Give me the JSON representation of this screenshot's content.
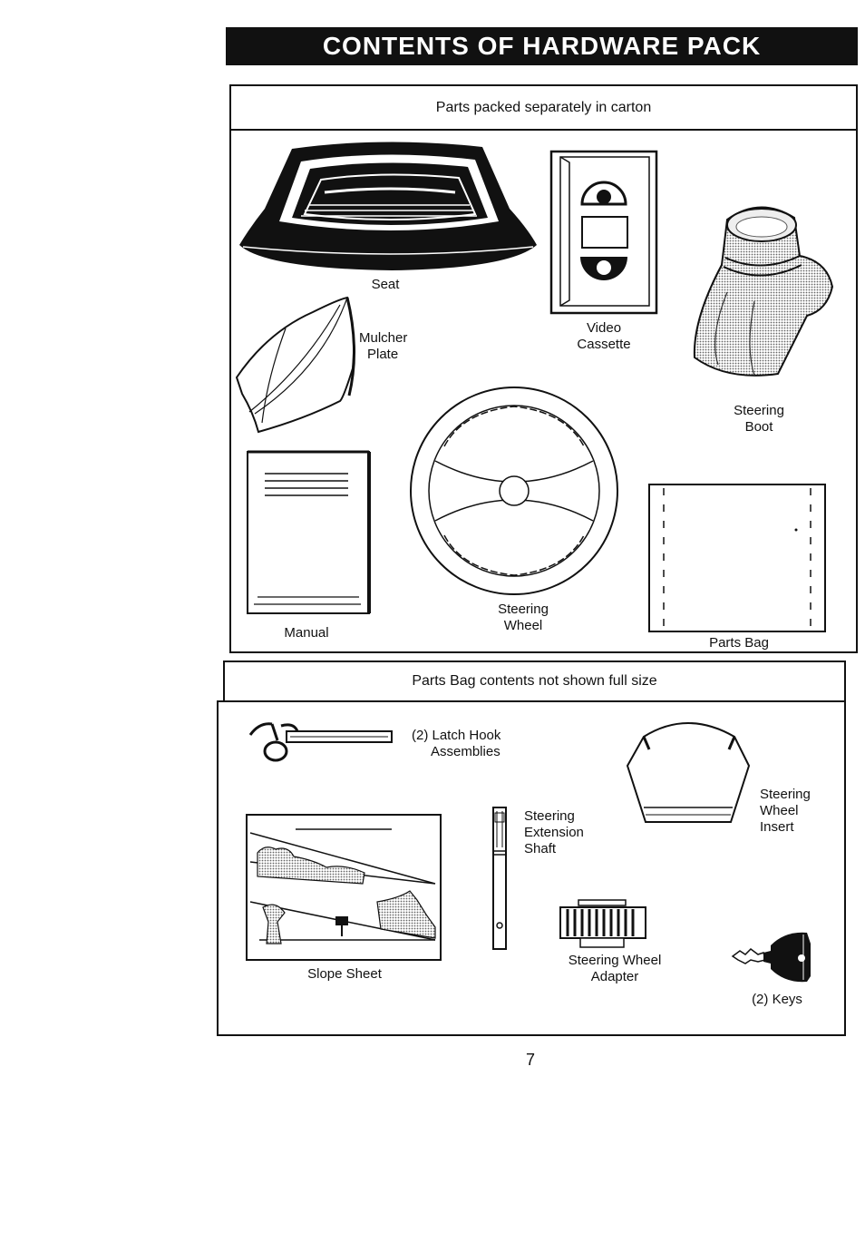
{
  "title": "CONTENTS OF HARDWARE PACK",
  "section1": {
    "heading": "Parts packed separately in carton",
    "items": {
      "seat": "Seat",
      "video_cassette": [
        "Video",
        "Cassette"
      ],
      "mulcher_plate": [
        "Mulcher",
        "Plate"
      ],
      "steering_boot": [
        "Steering",
        "Boot"
      ],
      "manual": "Manual",
      "steering_wheel": [
        "Steering",
        "Wheel"
      ],
      "parts_bag": "Parts Bag"
    }
  },
  "section2": {
    "heading": "Parts Bag contents not shown full size",
    "items": {
      "latch_hook": [
        "(2) Latch Hook",
        "Assemblies"
      ],
      "steering_shaft": [
        "Steering",
        "Extension",
        "Shaft"
      ],
      "steering_wheel_insert": [
        "Steering",
        "Wheel",
        "Insert"
      ],
      "slope_sheet": "Slope Sheet",
      "steering_wheel_adapter": [
        "Steering Wheel",
        "Adapter"
      ],
      "keys": "(2) Keys"
    }
  },
  "page_number": "7"
}
